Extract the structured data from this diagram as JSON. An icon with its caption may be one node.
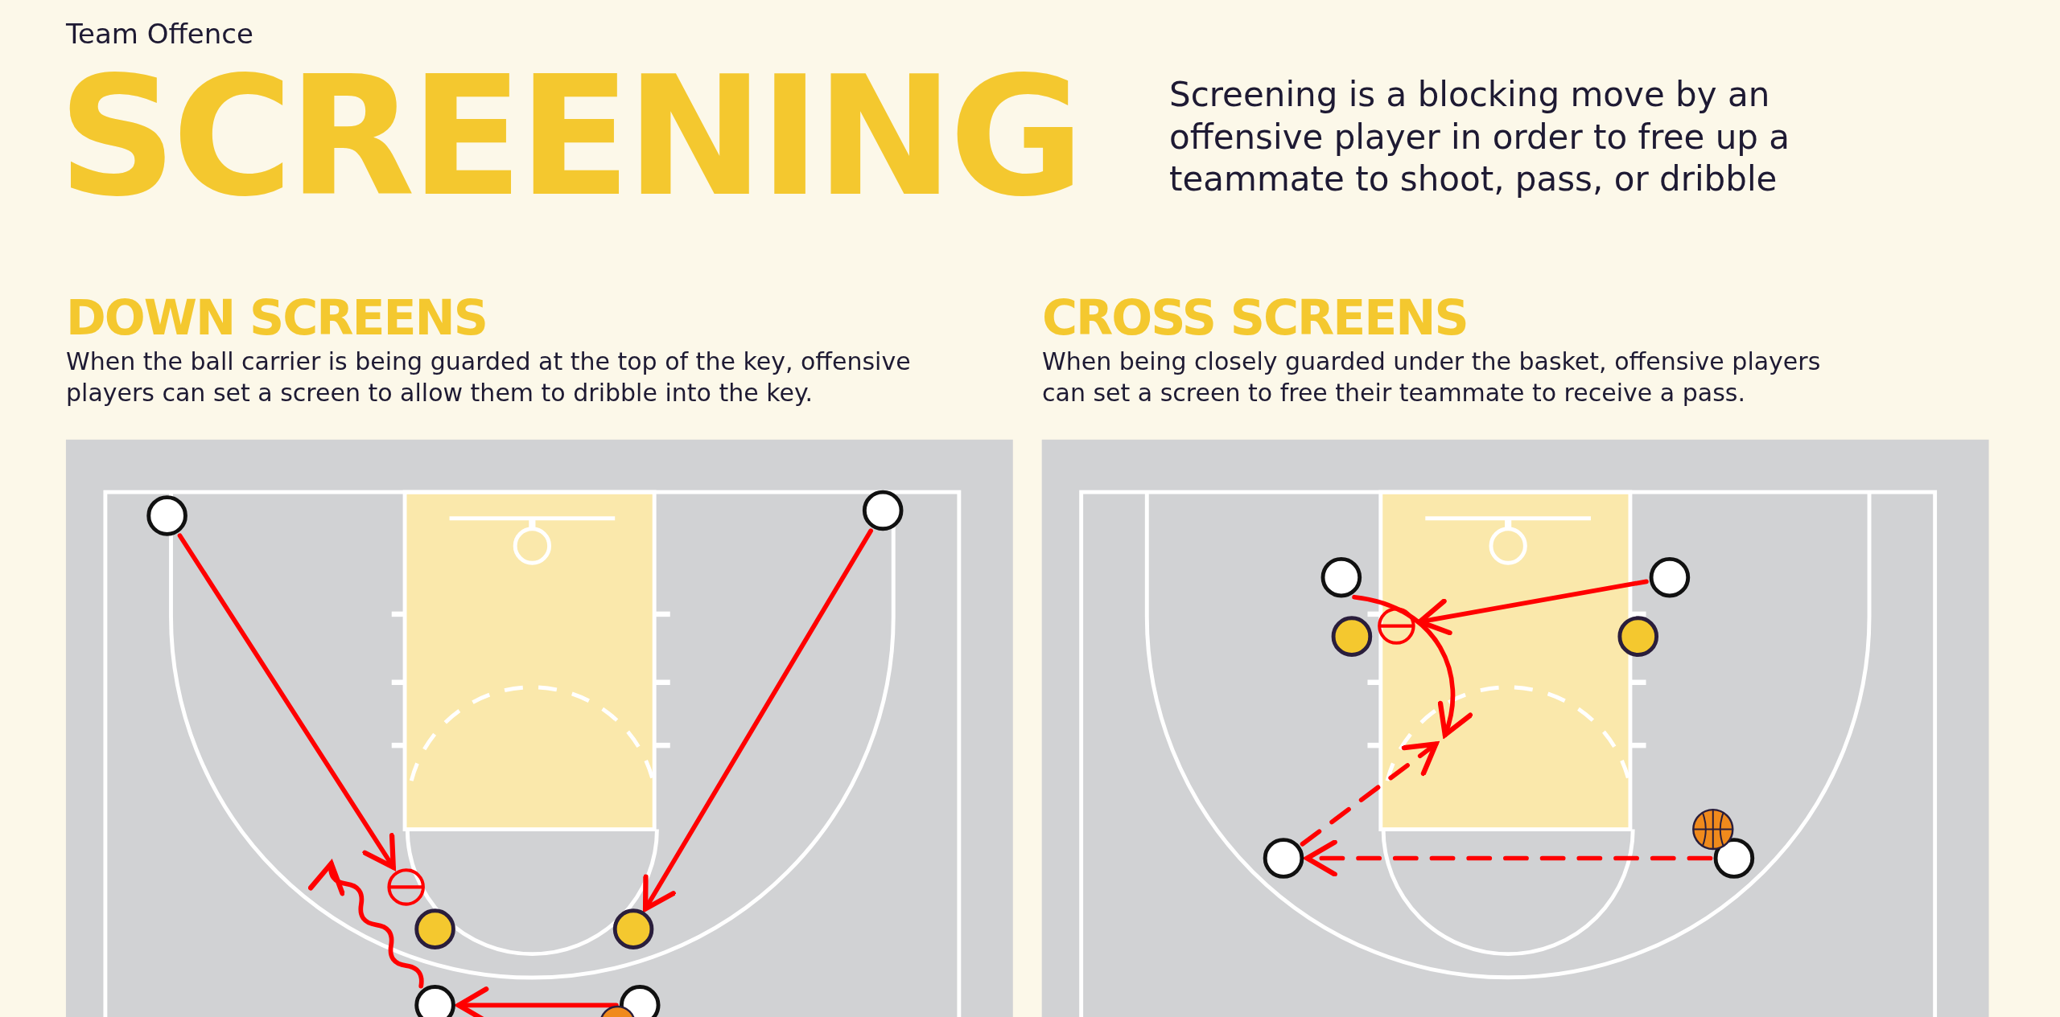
{
  "diagram": {
    "title": "SCREENING",
    "nodes": [
      {
        "text": [],
        "shape": "circle"
      },
      {
        "text": [],
        "shape": "circle"
      },
      {
        "text": [],
        "shape": "circle"
      },
      {
        "text": [],
        "shape": "circle"
      },
      {
        "text": [],
        "shape": "circle"
      },
      {
        "text": [],
        "shape": "circle"
      },
      {
        "text": [],
        "shape": "circle"
      },
      {
        "text": [],
        "shape": "circle"
      },
      {
        "text": [],
        "shape": "circle"
      },
      {
        "text": [],
        "shape": "circle"
      },
      {
        "text": [],
        "shape": "circle"
      },
      {
        "text": [],
        "shape": "circle"
      },
      {
        "text": [],
        "shape": "circle"
      },
      {
        "text": [],
        "shape": "circle"
      }
    ],
    "edges": [
      {
        "from": 0,
        "to": 2,
        "arrow": "to"
      },
      {
        "from": 1,
        "to": 4,
        "arrow": "to"
      },
      {
        "from": 5,
        "to": null,
        "arrow": "to"
      },
      {
        "from": 6,
        "to": 5,
        "arrow": "to"
      },
      {
        "from": 7,
        "to": null,
        "arrow": "to"
      },
      {
        "from": 8,
        "to": 10,
        "arrow": "to"
      },
      {
        "from": 12,
        "to": null,
        "arrow": "to",
        "style": "dashed"
      },
      {
        "from": 13,
        "to": 12,
        "arrow": "to",
        "style": "dashed"
      }
    ],
    "labels": [
      "Team Offence",
      "Screening is a blocking move by an offensive player in order to free up a teammate to shoot, pass, or dribble",
      "DOWN SCREENS",
      "When the ball carrier is being guarded at the top of the key, offensive players can set a screen to allow them to dribble into the key.",
      "CROSS SCREENS",
      "When being closely guarded under the basket, offensive players can set a screen to free their teammate to receive a pass."
    ]
  }
}
